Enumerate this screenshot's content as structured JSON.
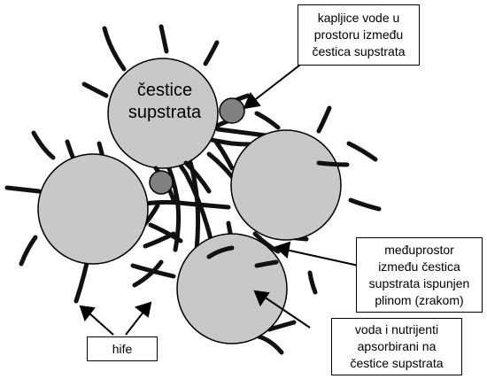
{
  "labels": {
    "particle": "čestice\nsupstrata",
    "water_droplets": "kapljice vode u\nprostoru između\nčestica supstrata",
    "gas_space": "međuprostor\nizmeđu čestica\nsupstrata ispunjen\nplinom (zrakom)",
    "absorbed_water": "voda i nutrijenti\napsorbirani na\nčestice supstrata",
    "hyphae": "hife"
  },
  "colors": {
    "particle_fill": "#c8c8c8",
    "droplet_fill": "#808080",
    "hyphae_stroke": "#111111",
    "outline": "#000000"
  }
}
